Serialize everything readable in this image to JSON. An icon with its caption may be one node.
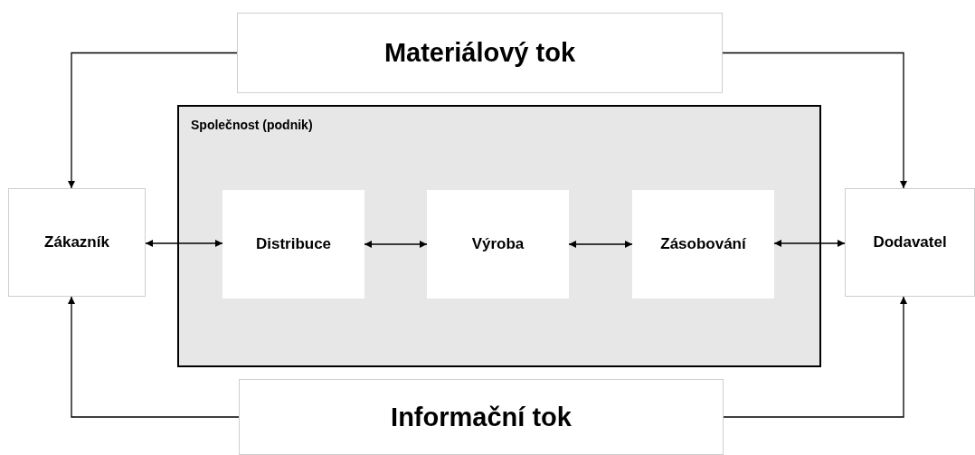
{
  "diagram": {
    "nodes": [
      {
        "text": [
          "Materiálový tok"
        ]
      },
      {
        "text": [
          "Zákazník"
        ]
      },
      {
        "text": [
          "Společnost (podnik)"
        ]
      },
      {
        "text": [
          "Distribuce"
        ],
        "in": 2
      },
      {
        "text": [
          "Výroba"
        ],
        "in": 2
      },
      {
        "text": [
          "Zásobování"
        ],
        "in": 2
      },
      {
        "text": [
          "Dodavatel"
        ]
      },
      {
        "text": [
          "Informační tok"
        ]
      }
    ],
    "edges": [
      {
        "from": 0,
        "to": 1,
        "arrow": "to"
      },
      {
        "from": 0,
        "to": 6,
        "arrow": "to"
      },
      {
        "from": 1,
        "to": 3,
        "arrow": "both"
      },
      {
        "from": 3,
        "to": 4,
        "arrow": "both"
      },
      {
        "from": 4,
        "to": 5,
        "arrow": "both"
      },
      {
        "from": 5,
        "to": 6,
        "arrow": "both"
      },
      {
        "from": 7,
        "to": 1,
        "arrow": "to"
      },
      {
        "from": 7,
        "to": 6,
        "arrow": "to"
      }
    ]
  }
}
